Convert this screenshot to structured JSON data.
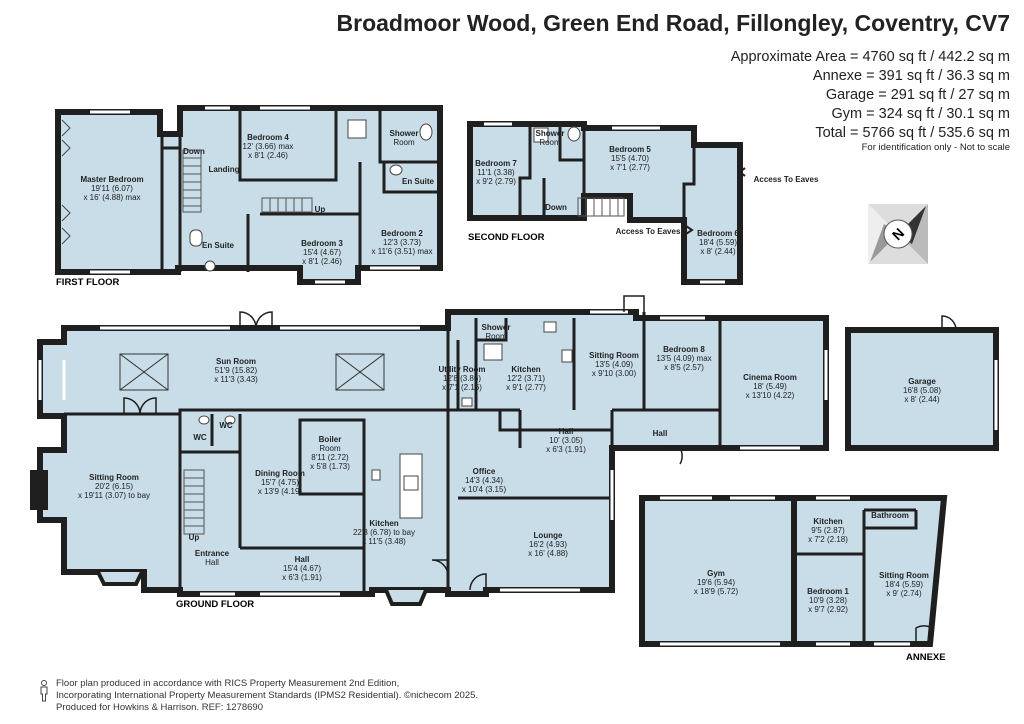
{
  "title": "Broadmoor Wood, Green End Road, Fillongley, Coventry, CV7",
  "areas": [
    "Approximate Area = 4760 sq ft / 442.2 sq m",
    "Annexe = 391 sq ft / 36.3 sq m",
    "Garage = 291 sq ft / 27 sq m",
    "Gym = 324 sq ft / 30.1 sq m",
    "Total = 5766 sq ft / 535.6 sq m"
  ],
  "id_note": "For identification only - Not to scale",
  "compass_letter": "N",
  "floor_labels": {
    "first": "FIRST FLOOR",
    "second": "SECOND FLOOR",
    "ground": "GROUND FLOOR",
    "annexe": "ANNEXE"
  },
  "rooms": {
    "master_bedroom": [
      "Master Bedroom",
      "19'11 (6.07)",
      "x 16' (4.88) max"
    ],
    "bedroom4": [
      "Bedroom 4",
      "12' (3.66) max",
      "x 8'1 (2.46)"
    ],
    "shower_room_first": [
      "Shower",
      "Room"
    ],
    "en_suite_first_right": [
      "En Suite"
    ],
    "landing": [
      "Landing"
    ],
    "down_first": [
      "Down"
    ],
    "up_first": [
      "Up"
    ],
    "bedroom2": [
      "Bedroom 2",
      "12'3 (3.73)",
      "x 11'6 (3.51) max"
    ],
    "bedroom3": [
      "Bedroom 3",
      "15'4 (4.67)",
      "x 8'1 (2.46)"
    ],
    "en_suite_first_left": [
      "En Suite"
    ],
    "bedroom7": [
      "Bedroom 7",
      "11'1 (3.38)",
      "x 9'2 (2.79)"
    ],
    "shower_room_second": [
      "Shower",
      "Room"
    ],
    "bedroom5": [
      "Bedroom 5",
      "15'5 (4.70)",
      "x 7'1 (2.77)"
    ],
    "bedroom6": [
      "Bedroom 6",
      "18'4 (5.59)",
      "x 8' (2.44)"
    ],
    "down_second": [
      "Down"
    ],
    "access_eaves_1": [
      "Access To Eaves"
    ],
    "access_eaves_2": [
      "Access To Eaves"
    ],
    "sun_room": [
      "Sun Room",
      "51'9 (15.82)",
      "x 11'3 (3.43)"
    ],
    "utility_room": [
      "Utility Room",
      "12'8 (3.86)",
      "x 7'1 (2.16)"
    ],
    "shower_room_ground": [
      "Shower",
      "Room"
    ],
    "kitchen_east": [
      "Kitchen",
      "12'2 (3.71)",
      "x 9'1 (2.77)"
    ],
    "sitting_room_east": [
      "Sitting Room",
      "13'5 (4.09)",
      "x 9'10 (3.00)"
    ],
    "bedroom8": [
      "Bedroom 8",
      "13'5 (4.09) max",
      "x 8'5 (2.57)"
    ],
    "cinema_room": [
      "Cinema Room",
      "18' (5.49)",
      "x 13'10 (4.22)"
    ],
    "garage": [
      "Garage",
      "16'8 (5.08)",
      "x 8' (2.44)"
    ],
    "sitting_room_main": [
      "Sitting Room",
      "20'2 (6.15)",
      "x 19'11 (3.07) to bay"
    ],
    "wc1": [
      "WC"
    ],
    "wc2": [
      "WC"
    ],
    "dining_room": [
      "Dining Room",
      "15'7 (4.75)",
      "x 13'9 (4.19)"
    ],
    "boiler_room": [
      "Boiler",
      "Room",
      "8'11 (2.72)",
      "x 5'8 (1.73)"
    ],
    "kitchen_main": [
      "Kitchen",
      "22'3 (6.78) to bay",
      "x 11'5 (3.48)"
    ],
    "hall_upper": [
      "Hall",
      "10' (3.05)",
      "x 6'3 (1.91)"
    ],
    "hall_right": [
      "Hall"
    ],
    "office": [
      "Office",
      "14'3 (4.34)",
      "x 10'4 (3.15)"
    ],
    "lounge": [
      "Lounge",
      "16'2 (4.93)",
      "x 16' (4.88)"
    ],
    "entrance_hall": [
      "Entrance",
      "Hall"
    ],
    "hall_ground": [
      "Hall",
      "15'4 (4.67)",
      "x 6'3 (1.91)"
    ],
    "up_ground": [
      "Up"
    ],
    "gym": [
      "Gym",
      "19'6 (5.94)",
      "x 18'9 (5.72)"
    ],
    "kitchen_annexe": [
      "Kitchen",
      "9'5 (2.87)",
      "x 7'2 (2.18)"
    ],
    "bathroom_annexe": [
      "Bathroom"
    ],
    "bedroom1": [
      "Bedroom 1",
      "10'9 (3.28)",
      "x 9'7 (2.92)"
    ],
    "sitting_room_annexe": [
      "Sitting Room",
      "18'4 (5.59)",
      "x 9' (2.74)"
    ]
  },
  "footer": [
    "Floor plan produced in accordance with RICS Property Measurement 2nd Edition,",
    "Incorporating International Property Measurement Standards (IPMS2 Residential).  ©nichecom 2025.",
    "Produced for Howkins & Harrison.  REF: 1278690"
  ],
  "colors": {
    "floor": "#c8dde8",
    "wall": "#1f1f1f",
    "window": "#ffffff",
    "text": "#222222"
  }
}
